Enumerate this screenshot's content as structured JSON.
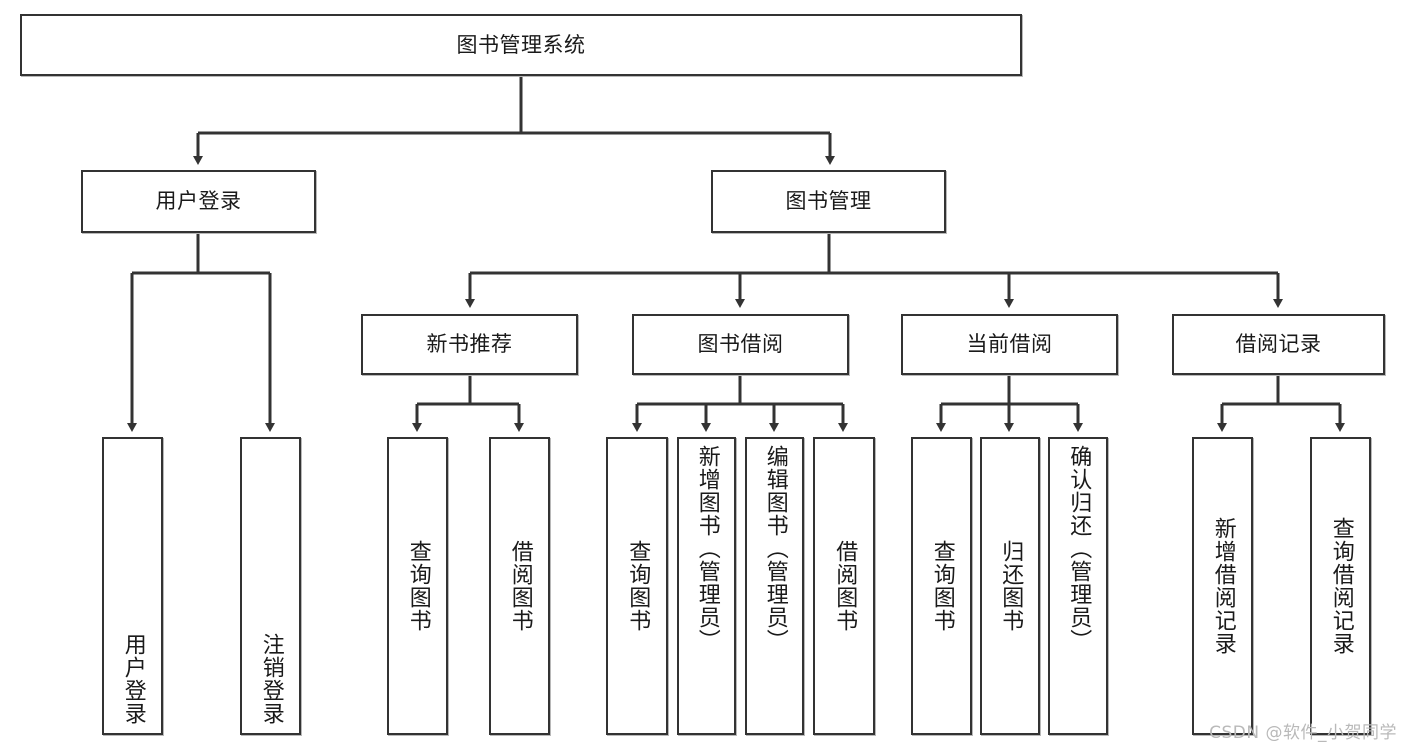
{
  "diagram": {
    "title": "图书管理系统",
    "type": "tree-hierarchy",
    "watermark": "CSDN @软件_小贺同学",
    "colors": {
      "box_border": "#333333",
      "box_fill": "#ffffff",
      "edge": "#333333",
      "text": "#1a1a1a",
      "watermark": "#b9b9b9",
      "background": "#ffffff"
    },
    "root": {
      "label": "图书管理系统"
    },
    "level2": [
      {
        "label": "用户登录"
      },
      {
        "label": "图书管理"
      }
    ],
    "level3": [
      {
        "label": "新书推荐"
      },
      {
        "label": "图书借阅"
      },
      {
        "label": "当前借阅"
      },
      {
        "label": "借阅记录"
      }
    ],
    "leaves": {
      "user_login": [
        {
          "label": "用户登录"
        },
        {
          "label": "注销登录"
        }
      ],
      "new_book": [
        {
          "label": "查询图书"
        },
        {
          "label": "借阅图书"
        }
      ],
      "book_borrow": [
        {
          "label": "查询图书"
        },
        {
          "label": "新增图书（管理员）"
        },
        {
          "label": "编辑图书（管理员）"
        },
        {
          "label": "借阅图书"
        }
      ],
      "current_borrow": [
        {
          "label": "查询图书"
        },
        {
          "label": "归还图书"
        },
        {
          "label": "确认归还（管理员）"
        }
      ],
      "borrow_record": [
        {
          "label": "新增借阅记录"
        },
        {
          "label": "查询借阅记录"
        }
      ]
    }
  }
}
